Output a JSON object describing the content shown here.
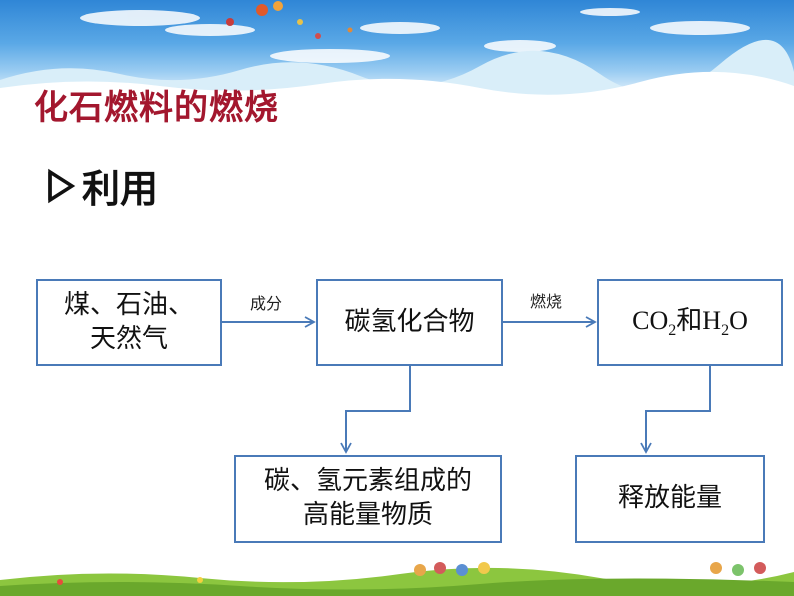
{
  "slide": {
    "title": "化石燃料的燃烧",
    "subtitle": "利用"
  },
  "diagram": {
    "nodes": [
      {
        "id": "fuels",
        "text": "煤、石油、\n天然气"
      },
      {
        "id": "hydrocarbon",
        "text": "碳氢化合物"
      },
      {
        "id": "products",
        "co2_prefix": "CO",
        "co2_sub": "2",
        "and": "和",
        "h2o_h": "H",
        "h2o_sub": "2",
        "h2o_o": "O"
      },
      {
        "id": "high-energy",
        "text": "碳、氢元素组成的\n高能量物质"
      },
      {
        "id": "energy",
        "text": "释放能量"
      }
    ],
    "edges": [
      {
        "from": "fuels",
        "to": "hydrocarbon",
        "label": "成分"
      },
      {
        "from": "hydrocarbon",
        "to": "products",
        "label": "燃烧"
      },
      {
        "from": "hydrocarbon",
        "to": "high-energy",
        "label": ""
      },
      {
        "from": "products",
        "to": "energy",
        "label": ""
      }
    ]
  },
  "colors": {
    "title": "#a3172e",
    "box_border": "#4a7ab8",
    "arrow": "#4a7ab8"
  }
}
